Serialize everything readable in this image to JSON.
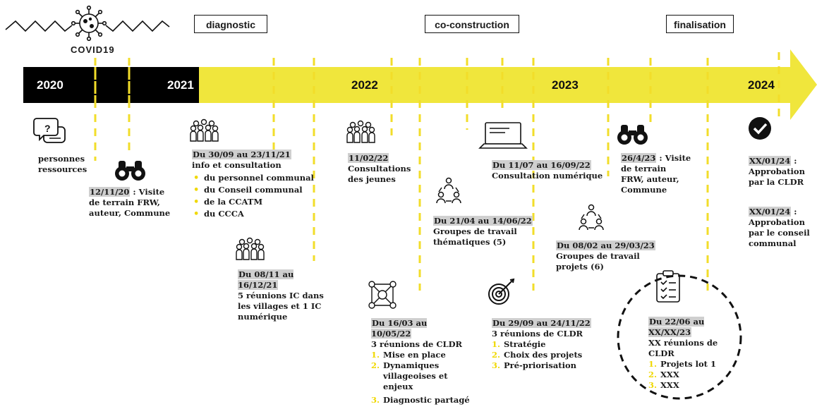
{
  "covid": {
    "label": "COVID19"
  },
  "phases": {
    "diagnostic": "diagnostic",
    "coconstruction": "co-construction",
    "finalisation": "finalisation"
  },
  "years": {
    "y2020": "2020",
    "y2021": "2021",
    "y2022": "2022",
    "y2023": "2023",
    "y2024": "2024"
  },
  "colors": {
    "accent_yellow": "#f0e63c",
    "dash_yellow": "#f2dd2a",
    "bar_black": "#000000",
    "date_bg": "#cfcfcf"
  },
  "events": {
    "personnes": {
      "label": "personnes ressources",
      "icon": "question-chat-icon"
    },
    "visite2020": {
      "date": "12/11/20",
      "text": " : Visite de terrain FRW, auteur, Commune",
      "icon": "binoculars-icon"
    },
    "info": {
      "date": "Du 30/09 au 23/11/21",
      "title": "info et consultation",
      "items": [
        "du personnel communal",
        "du Conseil communal",
        "de la CCATM",
        "du CCCA"
      ],
      "icon": "group-icon"
    },
    "ic": {
      "date": "Du 08/11 au 16/12/21",
      "text": "5 réunions IC dans les villages et 1 IC numérique",
      "icon": "group-icon"
    },
    "jeunes": {
      "date": "11/02/22",
      "text": "Consultations des jeunes",
      "icon": "group-icon"
    },
    "cldr1": {
      "date": "Du 16/03 au 10/05/22",
      "title": "3 réunions de CLDR",
      "items": [
        "Mise en place",
        "Dynamiques villageoises et enjeux",
        "Diagnostic partagé"
      ],
      "nums": [
        "1.",
        "2.",
        "3."
      ],
      "icon": "network-icon"
    },
    "gt1": {
      "date": "Du 21/04 au 14/06/22",
      "text": "Groupes de travail thématiques (5)",
      "icon": "team-triangle-icon"
    },
    "numerique": {
      "date": "Du 11/07 au 16/09/22",
      "text": "Consultation numérique",
      "icon": "laptop-icon"
    },
    "cldr2": {
      "date": "Du 29/09 au 24/11/22",
      "title": "3 réunions de CLDR",
      "items": [
        "Stratégie",
        "Choix des projets",
        "Pré-priorisation"
      ],
      "nums": [
        "1.",
        "2.",
        "3."
      ],
      "icon": "target-icon"
    },
    "gt2": {
      "date": "Du 08/02 au 29/03/23",
      "text": "Groupes de travail projets (6)",
      "icon": "team-triangle-icon"
    },
    "visite2023": {
      "date": "26/4/23",
      "text": " : Visite de terrain FRW, auteur, Commune",
      "icon": "binoculars-icon"
    },
    "cldr3": {
      "date": "Du 22/06 au XX/XX/23",
      "title": "XX réunions de CLDR",
      "items": [
        "Projets lot 1",
        "XXX",
        "XXX"
      ],
      "nums": [
        "1.",
        "2.",
        "3."
      ],
      "icon": "checklist-icon"
    },
    "approb1": {
      "date": "XX/01/24",
      "text": " : Approbation par la CLDR",
      "icon": "check-circle-icon"
    },
    "approb2": {
      "date": "XX/01/24",
      "text": " : Approbation par le conseil communal"
    }
  }
}
